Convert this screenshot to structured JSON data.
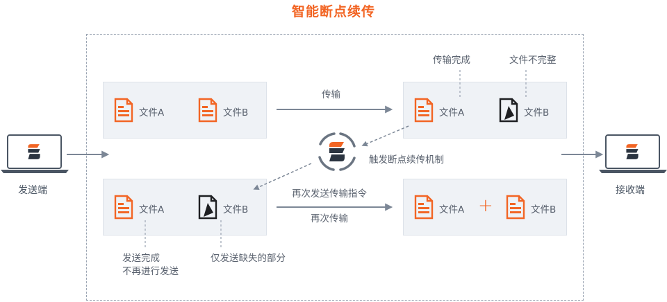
{
  "title": "智能断点续传",
  "sender": {
    "label": "发送端"
  },
  "receiver": {
    "label": "接收端"
  },
  "files": {
    "a": "文件A",
    "b": "文件B"
  },
  "top": {
    "transfer_label": "传输",
    "note_complete": "传输完成",
    "note_incomplete": "文件不完整"
  },
  "mechanism": {
    "label": "触发断点续传机制"
  },
  "bottom": {
    "resend_label": "再次发送传输指令",
    "retransfer_label": "再次传输",
    "note_sent_line1": "发送完成",
    "note_sent_line2": "不再进行发送",
    "note_missing": "仅发送缺失的部分",
    "plus_symbol": "+"
  },
  "colors": {
    "accent": "#f26524",
    "dark": "#2b3440",
    "arrow": "#7c8796",
    "box_fill": "#eff2f6"
  },
  "icons": {
    "file_complete": "document-orange-icon",
    "file_incomplete": "document-black-icon",
    "laptop": "laptop-icon",
    "logo": "stack-logo-icon",
    "sync": "sync-ring-icon"
  }
}
